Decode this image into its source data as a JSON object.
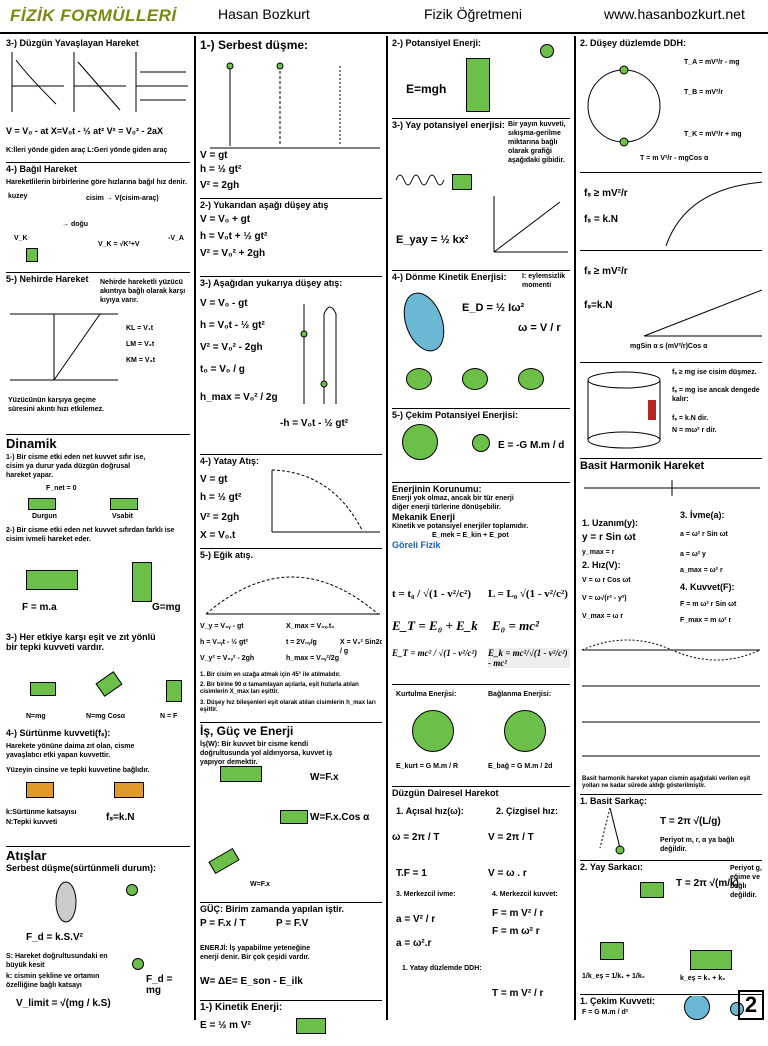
{
  "header": {
    "brand": "FİZİK FORMÜLLERİ",
    "author": "Hasan Bozkurt",
    "role": "Fizik Öğretmeni",
    "site": "www.hasanbozkurt.net"
  },
  "col1": {
    "s3_title": "3-) Düzgün Yavaşlayan Hareket",
    "s3_formula": "V = V₀ - at     X=V₀t - ½ at²     V² = V₀² - 2aX",
    "s3_note": "K:İleri yönde giden araç     L:Geri yönde giden araç",
    "s4_title": "4-) Bağıl Hareket",
    "s4_text": "Hareketlilerin birbirlerine göre hızlarına bağıl hız denir.",
    "s4_k": "kuzey",
    "s4_rel": "cisim → V(cisim-araç)",
    "s4_dogu": "→ doğu",
    "s4_vk": "V_K",
    "s4_sq": "V_K = √K²+V",
    "s4_va": "-V_A",
    "s5_title": "5-) Nehirde Hareket",
    "s5_text": "Nehirde hareketli yüzücü akıntıya bağlı olarak karşı kıyıya varır.",
    "s5_f1": "KL = V₁t",
    "s5_f2": "LM = V₂t",
    "s5_f3": "KM = V₃t",
    "s5_note": "Yüzücünün karşıya geçme süresini akıntı hızı etkilemez.",
    "din_title": "Dinamik",
    "d1": "1-) Bir cisme etki eden net kuvvet sıfır ise, cisim ya durur yada düzgün doğrusal hareket yapar.",
    "d1_fnet": "F_net = 0",
    "d1_dur": "Durgun",
    "d1_duz": "Vsabit",
    "d2": "2-) Bir cisme etki eden net kuvvet sıfırdan farklı ise cisim ivmeli hareket eder.",
    "d2_f": "F = m.a",
    "d2_g": "G=mg",
    "d3": "3-) Her etkiye karşı eşit ve zıt yönlü bir tepki kuvveti vardır.",
    "d3_n1": "N=mg",
    "d3_n2": "N=mg Cosα",
    "d3_n3": "N = F",
    "d4": "4-) Sürtünme kuvveti(fₛ):",
    "d4_text": "Harekete yönüne daima zıt olan, cisme yavaşlatıcı etki yapan kuvvettir.",
    "d4_text2": "Yüzeyin cinsine ve tepki kuvvetine bağlıdır.",
    "d4_k": "k:Sürtünme katsayısı",
    "d4_n": "N:Tepki kuvveti",
    "d4_fs": "fₛ=k.N",
    "at_title": "Atışlar",
    "at_sub": "Serbest düşme(sürtünmeli durum):",
    "at_fd": "F_d = k.S.V²",
    "at_s": "S: Hareket doğrultusundaki en büyük kesit",
    "at_k": "k: cismin şekline ve ortamın özelliğine bağlı katsayı",
    "at_vlimit": "V_limit = √(mg / k.S)",
    "at_fdmg": "F_d = mg"
  },
  "col2": {
    "sd_title": "1-) Serbest düşme:",
    "sd_f1": "V = gt",
    "sd_f2": "h = ½ gt²",
    "sd_f3": "V² = 2gh",
    "ya_title": "2-) Yukarıdan aşağı düşey atış",
    "ya_f1": "V = V₀ + gt",
    "ya_f2": "h = V₀t + ½ gt²",
    "ya_f3": "V² = V₀² + 2gh",
    "ay_title": "3-) Aşağıdan yukarıya düşey atış:",
    "ay_f1": "V = V₀ - gt",
    "ay_f2": "h = V₀t - ½ gt²",
    "ay_f3": "V² = V₀² - 2gh",
    "ay_f4": "t₀ = V₀ / g",
    "ay_f5": "h_max = V₀² / 2g",
    "ay_f6": "-h = V₀t - ½ gt²",
    "ya4_title": "4-) Yatay Atış:",
    "ya4_f1": "V = gt",
    "ya4_f2": "h = ½ gt²",
    "ya4_f3": "V² = 2gh",
    "ya4_f4": "X = V₀.t",
    "ea_title": "5-) Eğik atış.",
    "ea_f1": "V_y = V₀ᵧ - gt",
    "ea_f2": "h = V₀ᵧt - ½ gt²",
    "ea_f3": "V_y² = V₀ᵧ² - 2gh",
    "ea_f4": "X_max = V₀ₓ.t₀",
    "ea_f5": "t = 2V₀ᵧ/g",
    "ea_f6": "h_max = V₀ᵧ²/2g",
    "ea_f7": "X = V₀² Sin2α / g",
    "ea_n1": "1. Bir cisim en uzağa atmak için 45° ile atılmalıdır.",
    "ea_n2": "2. Bir birine 90 α tamamlayan açılarla, eşit hızlarla atılan cisimlerin X_max ları eşittir.",
    "ea_n3": "3. Düşey hız bileşenleri eşit olarak atılan cisimlerin h_max ları eşittir.",
    "ig_title": "İş, Güç ve Enerji",
    "ig_text": "İş(W): Bir kuvvet bir cisme kendi doğrultusunda yol aldırıyorsa, kuvvet iş yapıyor demektir.",
    "ig_f1": "W=F.x",
    "ig_f2": "W=F.x.Cos α",
    "ig_f3": "W=F.x",
    "guc_title": "GÜÇ: Birim zamanda yapılan iştir.",
    "guc_f1": "P = F.x / T",
    "guc_f2": "P = F.V",
    "guc_text": "ENERJİ: İş yapabilme yeteneğine enerji denir. Bir çok çeşidi vardır.",
    "guc_f3": "W= ΔE= E_son - E_ilk",
    "ke_title": "1-) Kinetik Enerji:",
    "ke_f": "E = ½ m V²"
  },
  "col3": {
    "pe_title": "2-) Potansiyel Enerji:",
    "pe_f": "E=mgh",
    "yp_title": "3-) Yay potansiyel enerjisi:",
    "yp_text": "Bir yayın kuvveti, sıkışma-gerilme miktarına bağlı olarak grafiği aşağıdaki gibidir.",
    "yp_f": "E_yay = ½ kx²",
    "dk_title": "4-) Dönme Kinetik Enerjisi:",
    "dk_sub": "I: eylemsizlik momenti",
    "dk_f1": "E_D = ½ Iω²",
    "dk_f2": "ω = V / r",
    "ck_title": "5-) Çekim Potansiyel Enerjisi:",
    "ck_f": "E = -G M.m / d",
    "ek_title": "Enerjinin Korunumu:",
    "ek_text": "Enerji yok olmaz, ancak bir tür enerji diğer enerji türlerine dönüşebilir.",
    "ek_mek": "Mekanik Enerji",
    "ek_mek2": "Kinetik ve potansiyel enerjiler toplamıdır.",
    "ek_emek": "E_mek = E_kin + E_pot",
    "ek_gor": "Göreli Fizik",
    "ek_t": "t = t₀ / √(1 - v²/c²)",
    "ek_l": "L = L₀ √(1 - v²/c²)",
    "ek_e1": "E_T = E₀ + E_k",
    "ek_e2": "E₀ = mc²",
    "ek_e3": "E_T = mc² / √(1 - v²/c²)",
    "ek_e4": "E_k = mc²/√(1 - v²/c²) - mc²",
    "ek_kurt": "Kurtulma Enerjisi:",
    "ek_bag": "Bağlanma Enerjisi:",
    "ek_kurt_f": "E_kurt = G M.m / R",
    "ek_bag_f": "E_bağ = G M.m / 2d",
    "dd_title": "Düzgün Dairesel Harekot",
    "dd_1": "1. Açısal hız(ω):",
    "dd_2": "2. Çizgisel hız:",
    "dd_f1": "ω = 2π / T",
    "dd_f2": "V = 2π / T",
    "dd_f3": "T.F = 1",
    "dd_f4": "V = ω . r",
    "dd_3": "3. Merkezcil ivme:",
    "dd_4": "4. Merkezcil kuvvet:",
    "dd_f5": "a = V² / r",
    "dd_f6": "a = ω².r",
    "dd_f7": "F = m V² / r",
    "dd_f8": "F = m ω² r",
    "dd_5": "1. Yatay düzlemde DDH:",
    "dd_f9": "T = m V² / r"
  },
  "col4": {
    "ddh_title": "2. Düşey düzlemde DDH:",
    "ddh_f1": "T_A = mV²/r - mg",
    "ddh_f2": "T_B = mV²/r",
    "ddh_f3": "T_K = mV²/r + mg",
    "ddh_f4": "T = m V²/r - mgCos α",
    "vir_f1": "fₛ ≥ mV²/r",
    "vir_f2": "fₛ = k.N",
    "egim_f1": "fₛ ≥ mV²/r",
    "egim_f2": "fₛ=k.N",
    "egim_f3": "mgSin α ≤ (mV²/r)Cos α",
    "sil_t1": "fₛ ≥ mg ise cisim düşmez.",
    "sil_t2": "fₛ = mg ise ancak dengede kalır:",
    "sil_t3": "fₛ = k.N dir.",
    "sil_t4": "N = mω² r dir.",
    "bhh_title": "Basit Harmonik Hareket",
    "bhh_1": "1. Uzanım(y):",
    "bhh_f1": "y = r Sin ωt",
    "bhh_f2": "y_max = r",
    "bhh_2": "2. Hız(V):",
    "bhh_f3": "V = ω r Cos ωt",
    "bhh_f4": "V = ω√(r² - y²)",
    "bhh_f5": "V_max = ω r",
    "bhh_3": "3. İvme(a):",
    "bhh_f6": "a = ω² r Sin ωt",
    "bhh_f7": "a = ω² y",
    "bhh_f8": "a_max = ω² r",
    "bhh_4": "4. Kuvvet(F):",
    "bhh_f9": "F = m ω² r Sin ωt",
    "bhh_f10": "F_max = m ω² r",
    "bhh_note": "Basit harmonik hareket yapan cismin aşağıdaki verilen eşit yolları ne kadar sürede aldığı gösterilmiştir.",
    "bs_title": "1. Basit Sarkaç:",
    "bs_f": "T = 2π √(L/g)",
    "bs_note": "Periyot m, r, α ya bağlı değildir.",
    "ys_title": "2. Yay Sarkacı:",
    "ys_f": "T = 2π √(m/k)",
    "ys_note": "Periyot g, eğime ve ye bağlı değildir.",
    "ys_f2": "1/k_eş = 1/k₁ + 1/k₂",
    "ys_f3": "k_eş = k₁ + k₂",
    "ck_title": "1. Çekim Kuvveti:",
    "ck_f": "F = G M.m / d²",
    "page": "2"
  }
}
